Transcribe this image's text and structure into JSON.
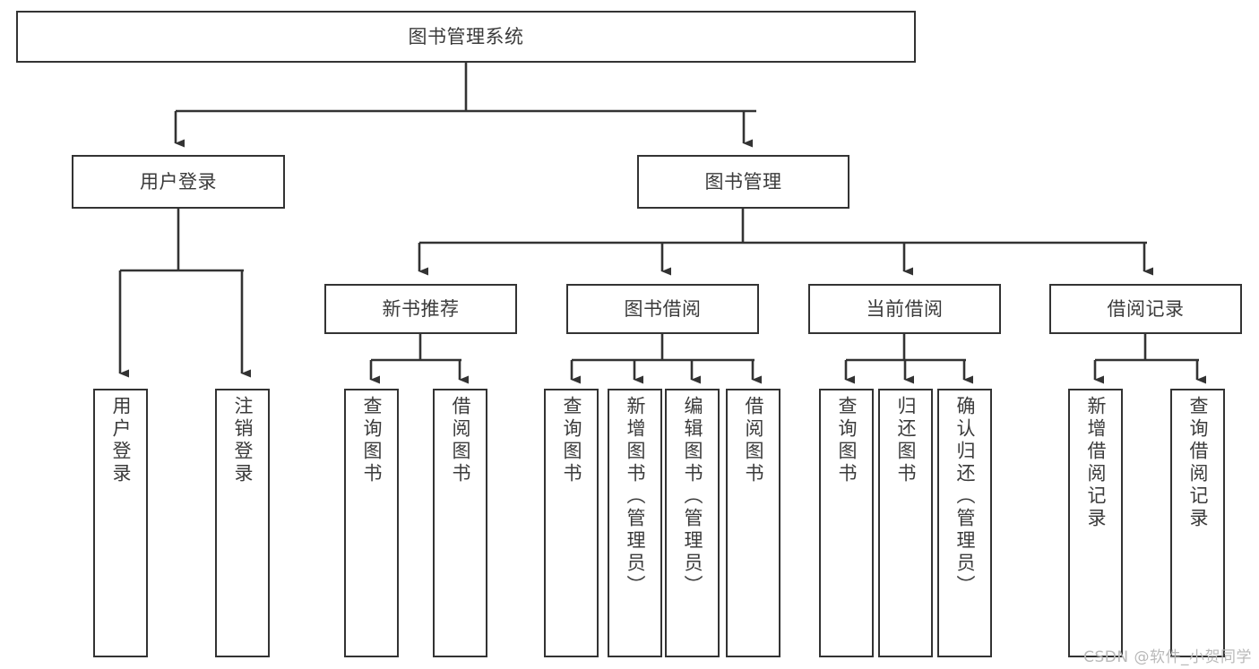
{
  "diagram": {
    "type": "tree",
    "title": "图书管理系统",
    "orientation": "top-down",
    "colors": {
      "background": "#ffffff",
      "node_border": "#333333",
      "node_fill": "#ffffff",
      "text": "#3b3b3b",
      "edge": "#333333",
      "watermark": "#b9b9b9"
    },
    "nodes": {
      "root": {
        "label": "图书管理系统",
        "level": 0,
        "text_direction": "horizontal"
      },
      "n_user_login": {
        "label": "用户登录",
        "level": 1,
        "text_direction": "horizontal"
      },
      "n_book_manage": {
        "label": "图书管理",
        "level": 1,
        "text_direction": "horizontal"
      },
      "n_new_book_rec": {
        "label": "新书推荐",
        "level": 2,
        "text_direction": "horizontal"
      },
      "n_book_borrow": {
        "label": "图书借阅",
        "level": 2,
        "text_direction": "horizontal"
      },
      "n_current_borrow": {
        "label": "当前借阅",
        "level": 2,
        "text_direction": "horizontal"
      },
      "n_borrow_record": {
        "label": "借阅记录",
        "level": 2,
        "text_direction": "horizontal"
      },
      "leaf_user_login": {
        "label": "用户登录",
        "level": 3,
        "text_direction": "vertical"
      },
      "leaf_logout": {
        "label": "注销登录",
        "level": 3,
        "text_direction": "vertical"
      },
      "leaf_query_book_1": {
        "label": "查询图书",
        "level": 3,
        "text_direction": "vertical"
      },
      "leaf_borrow_book_1": {
        "label": "借阅图书",
        "level": 3,
        "text_direction": "vertical"
      },
      "leaf_query_book_2": {
        "label": "查询图书",
        "level": 3,
        "text_direction": "vertical"
      },
      "leaf_add_book": {
        "label": "新增图书（管理员）",
        "level": 3,
        "text_direction": "vertical"
      },
      "leaf_edit_book": {
        "label": "编辑图书（管理员）",
        "level": 3,
        "text_direction": "vertical"
      },
      "leaf_borrow_book_2": {
        "label": "借阅图书",
        "level": 3,
        "text_direction": "vertical"
      },
      "leaf_query_book_3": {
        "label": "查询图书",
        "level": 3,
        "text_direction": "vertical"
      },
      "leaf_return_book": {
        "label": "归还图书",
        "level": 3,
        "text_direction": "vertical"
      },
      "leaf_confirm_return": {
        "label": "确认归还（管理员）",
        "level": 3,
        "text_direction": "vertical"
      },
      "leaf_add_record": {
        "label": "新增借阅记录",
        "level": 3,
        "text_direction": "vertical"
      },
      "leaf_query_record": {
        "label": "查询借阅记录",
        "level": 3,
        "text_direction": "vertical"
      }
    },
    "edges": [
      {
        "from": "root",
        "to": "n_user_login"
      },
      {
        "from": "root",
        "to": "n_book_manage"
      },
      {
        "from": "n_user_login",
        "to": "leaf_user_login"
      },
      {
        "from": "n_user_login",
        "to": "leaf_logout"
      },
      {
        "from": "n_book_manage",
        "to": "n_new_book_rec"
      },
      {
        "from": "n_book_manage",
        "to": "n_book_borrow"
      },
      {
        "from": "n_book_manage",
        "to": "n_current_borrow"
      },
      {
        "from": "n_book_manage",
        "to": "n_borrow_record"
      },
      {
        "from": "n_new_book_rec",
        "to": "leaf_query_book_1"
      },
      {
        "from": "n_new_book_rec",
        "to": "leaf_borrow_book_1"
      },
      {
        "from": "n_book_borrow",
        "to": "leaf_query_book_2"
      },
      {
        "from": "n_book_borrow",
        "to": "leaf_add_book"
      },
      {
        "from": "n_book_borrow",
        "to": "leaf_edit_book"
      },
      {
        "from": "n_book_borrow",
        "to": "leaf_borrow_book_2"
      },
      {
        "from": "n_current_borrow",
        "to": "leaf_query_book_3"
      },
      {
        "from": "n_current_borrow",
        "to": "leaf_return_book"
      },
      {
        "from": "n_current_borrow",
        "to": "leaf_confirm_return"
      },
      {
        "from": "n_borrow_record",
        "to": "leaf_add_record"
      },
      {
        "from": "n_borrow_record",
        "to": "leaf_query_record"
      }
    ]
  },
  "watermark": {
    "text": "CSDN @软件_小贺同学"
  }
}
